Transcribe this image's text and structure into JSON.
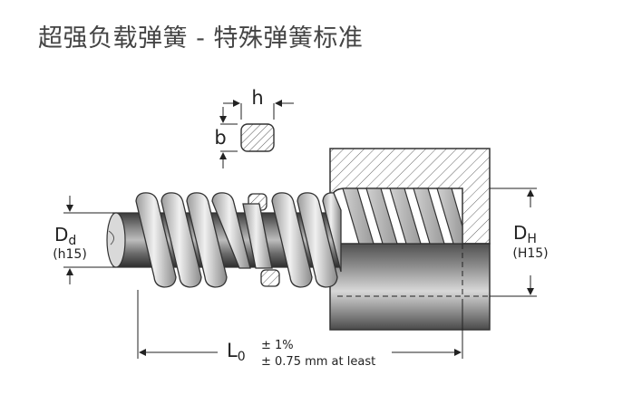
{
  "title": "超强负载弹簧 - 特殊弹簧标准",
  "cross_section": {
    "width_label": "h",
    "height_label": "b"
  },
  "rod": {
    "label_main": "D",
    "label_sub": "d",
    "tolerance": "(h15)"
  },
  "bore": {
    "label_main": "D",
    "label_sub": "H",
    "tolerance": "(H15)"
  },
  "length": {
    "label_main": "L",
    "label_sub": "0",
    "tolerance_1": "± 1%",
    "tolerance_2": "± 0.75 mm at least"
  },
  "colors": {
    "outline": "#333333",
    "housing": "#6e6e6e",
    "rod": "#4a4a4a",
    "hatch": "#777777",
    "title": "#444444"
  }
}
